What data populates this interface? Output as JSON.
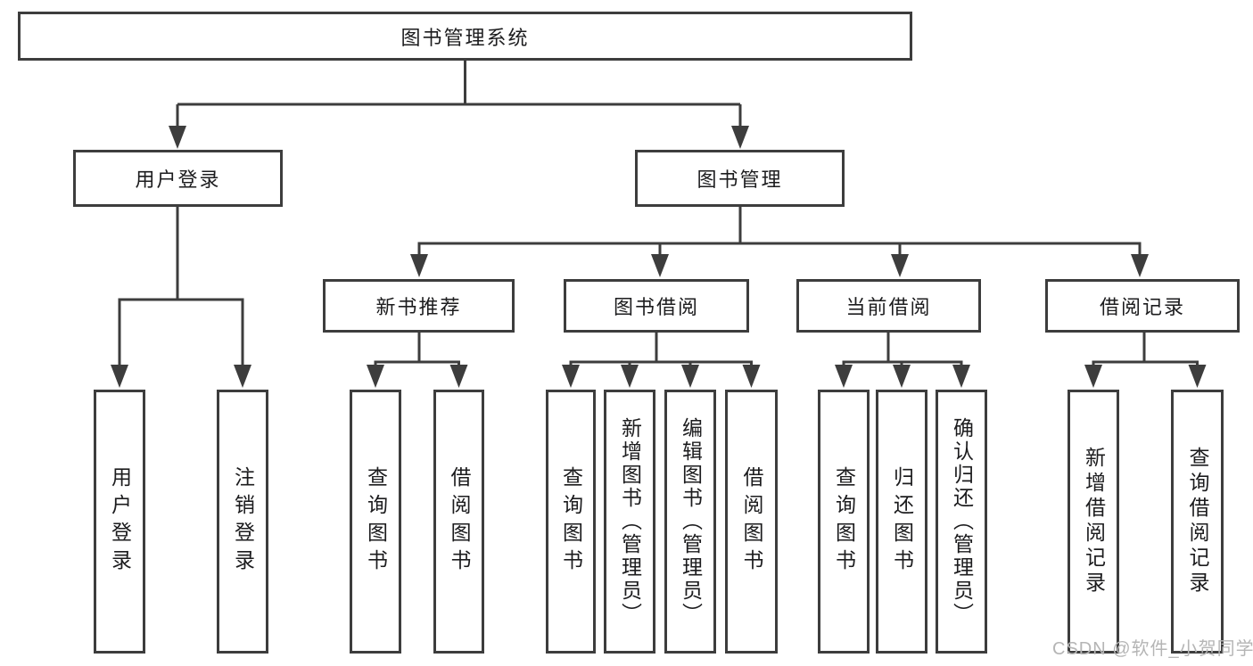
{
  "diagram": {
    "title": "图书管理系统",
    "root": {
      "label": "图书管理系统"
    },
    "level2": [
      {
        "label": "用户登录"
      },
      {
        "label": "图书管理"
      }
    ],
    "level3": [
      {
        "label": "新书推荐"
      },
      {
        "label": "图书借阅"
      },
      {
        "label": "当前借阅"
      },
      {
        "label": "借阅记录"
      }
    ],
    "leaves": [
      {
        "label": "用户登录"
      },
      {
        "label": "注销登录"
      },
      {
        "label": "查询图书"
      },
      {
        "label": "借阅图书"
      },
      {
        "label": "查询图书"
      },
      {
        "label": "新增图书（管理员）"
      },
      {
        "label": "编辑图书（管理员）"
      },
      {
        "label": "借阅图书"
      },
      {
        "label": "查询图书"
      },
      {
        "label": "归还图书"
      },
      {
        "label": "确认归还（管理员）"
      },
      {
        "label": "新增借阅记录"
      },
      {
        "label": "查询借阅记录"
      }
    ],
    "watermark": "CSDN @软件_小贺同学",
    "colors": {
      "background": "#ffffff",
      "line": "#3d3d3d",
      "border": "#3d3d3d",
      "text": "#1c1c1e",
      "watermark": "#b5b5b5"
    }
  }
}
